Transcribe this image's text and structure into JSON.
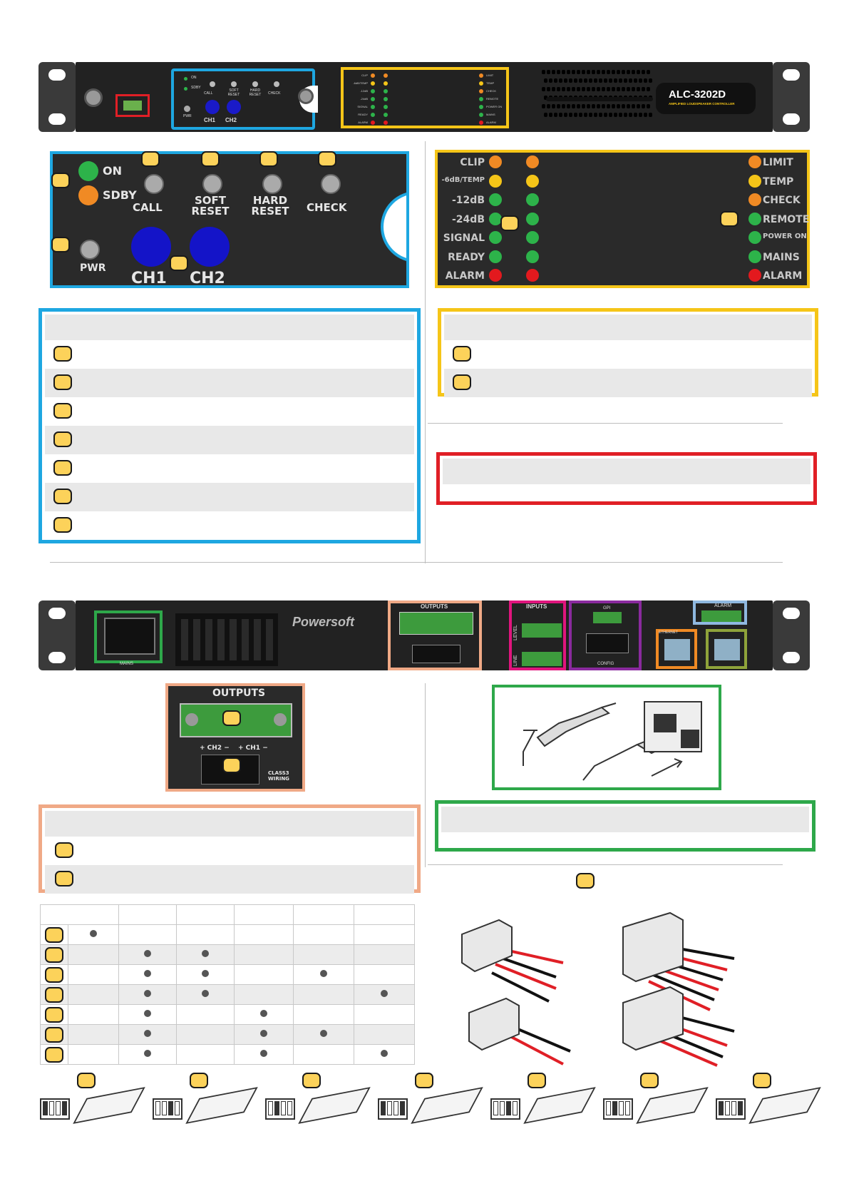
{
  "front_panel": {
    "model": "ALC-3202D",
    "subtitle": "AMPLIFIED LOUDSPEAKER CONTROLLER",
    "status_labels": [
      "ON",
      "SDBY",
      "PWR"
    ],
    "buttons": [
      "CALL",
      "SOFT RESET",
      "HARD RESET",
      "CHECK"
    ],
    "channels": [
      "CH1",
      "CH2"
    ]
  },
  "zoom_controls": {
    "on": "ON",
    "sdby": "SDBY",
    "pwr": "PWR",
    "call": "CALL",
    "soft_reset": "SOFT RESET",
    "hard_reset": "HARD RESET",
    "check": "CHECK",
    "ch1": "CH1",
    "ch2": "CH2"
  },
  "zoom_leds": {
    "left": [
      "CLIP",
      "-6dB/TEMP",
      "-12dB",
      "-24dB",
      "SIGNAL",
      "READY",
      "ALARM"
    ],
    "right": [
      "LIMIT",
      "TEMP",
      "CHECK",
      "REMOTE",
      "POWER ON",
      "MAINS",
      "ALARM"
    ]
  },
  "rear_panel": {
    "mains": "MAINS",
    "outputs": "OUTPUTS",
    "inputs": "INPUTS",
    "alarm": "ALARM",
    "ethernet": "ETHERNET",
    "level": "LEVEL",
    "line": "LINE",
    "config": "CONFIG",
    "gpi": "GPI",
    "brand": "Powersoft"
  },
  "zoom_outputs": {
    "title": "OUTPUTS",
    "ch2": "+ CH2 −",
    "ch1": "+ CH1 −",
    "class3": "CLASS3 WIRING"
  },
  "colors": {
    "blue": "#1ea7e1",
    "yellow": "#f5c518",
    "red": "#e01f26",
    "salmon": "#f0a986",
    "green": "#2ea84a",
    "marker": "#fcd25a",
    "led_green": "#2db34a",
    "led_orange": "#f08a24",
    "led_yellow": "#f5c518",
    "led_red": "#e3191e"
  },
  "dip_table": {
    "rows": [
      [
        true,
        false,
        false,
        false,
        false,
        false
      ],
      [
        false,
        true,
        true,
        false,
        false,
        false
      ],
      [
        false,
        true,
        true,
        false,
        true,
        false
      ],
      [
        false,
        true,
        true,
        false,
        false,
        true
      ],
      [
        false,
        true,
        false,
        true,
        false,
        false
      ],
      [
        false,
        true,
        false,
        true,
        true,
        false
      ],
      [
        false,
        true,
        false,
        true,
        false,
        true
      ]
    ]
  }
}
